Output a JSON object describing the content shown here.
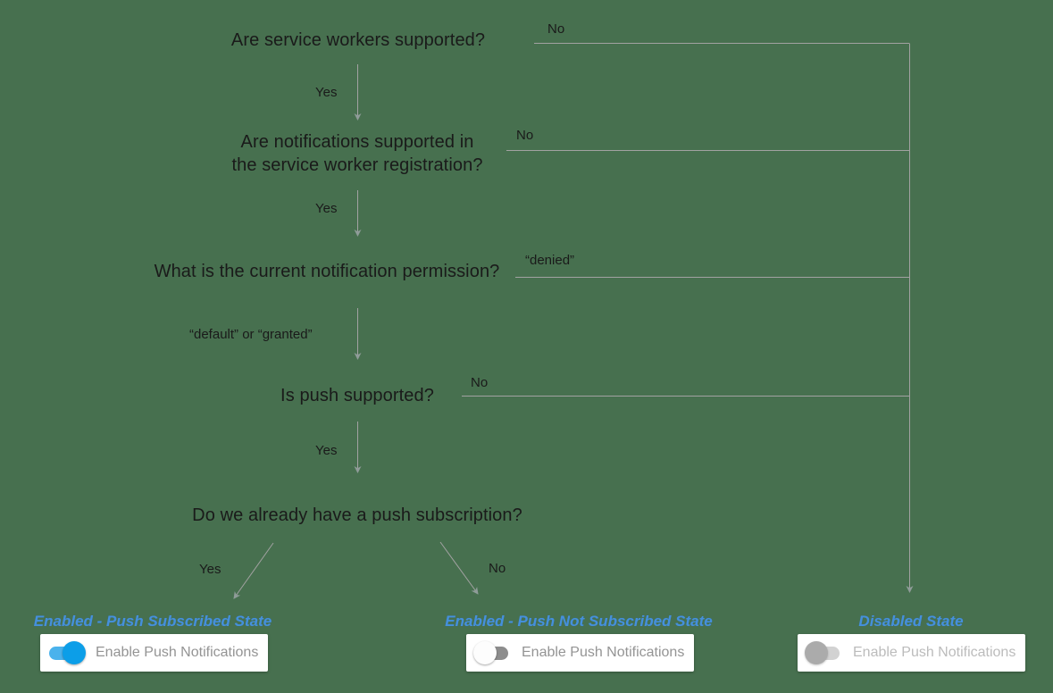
{
  "colors": {
    "background": "#47704F",
    "connector_line": "#A2A2A2",
    "arrowhead": "#8F9C99",
    "question_text": "#1A1A1A",
    "state_title_blue": "#4590DC",
    "card_background": "#FFFFFF",
    "card_text": "#949494",
    "card_text_disabled": "#BCBCBC",
    "toggle_on_knob": "#0C9EE8",
    "toggle_on_track": "#4AB2EC",
    "toggle_off_knob": "#FDFDFD",
    "toggle_off_track": "#8D8D8D",
    "toggle_disabled_knob": "#ABABAB",
    "toggle_disabled_track": "#D2D2D2"
  },
  "flow": {
    "questions": {
      "q1": {
        "text": "Are service workers supported?"
      },
      "q2": {
        "line1": "Are notifications supported in",
        "line2": "the service worker registration?"
      },
      "q3": {
        "text": "What is the current notification permission?"
      },
      "q4": {
        "text": "Is push supported?"
      },
      "q5": {
        "text": "Do we already have a push subscription?"
      }
    },
    "labels": {
      "q1_no": "No",
      "q1_yes": "Yes",
      "q2_no": "No",
      "q2_yes": "Yes",
      "q3_denied": "“denied”",
      "q3_default": "“default” or “granted”",
      "q4_no": "No",
      "q4_yes": "Yes",
      "q5_yes": "Yes",
      "q5_no": "No"
    }
  },
  "states": {
    "subscribed": {
      "title": "Enabled - Push Subscribed State",
      "toggle_state": "on",
      "toggle_label": "Enable Push Notifications"
    },
    "not_subscribed": {
      "title": "Enabled - Push Not Subscribed State",
      "toggle_state": "off",
      "toggle_label": "Enable Push Notifications"
    },
    "disabled": {
      "title": "Disabled State",
      "toggle_state": "disabled",
      "toggle_label": "Enable Push Notifications"
    }
  }
}
